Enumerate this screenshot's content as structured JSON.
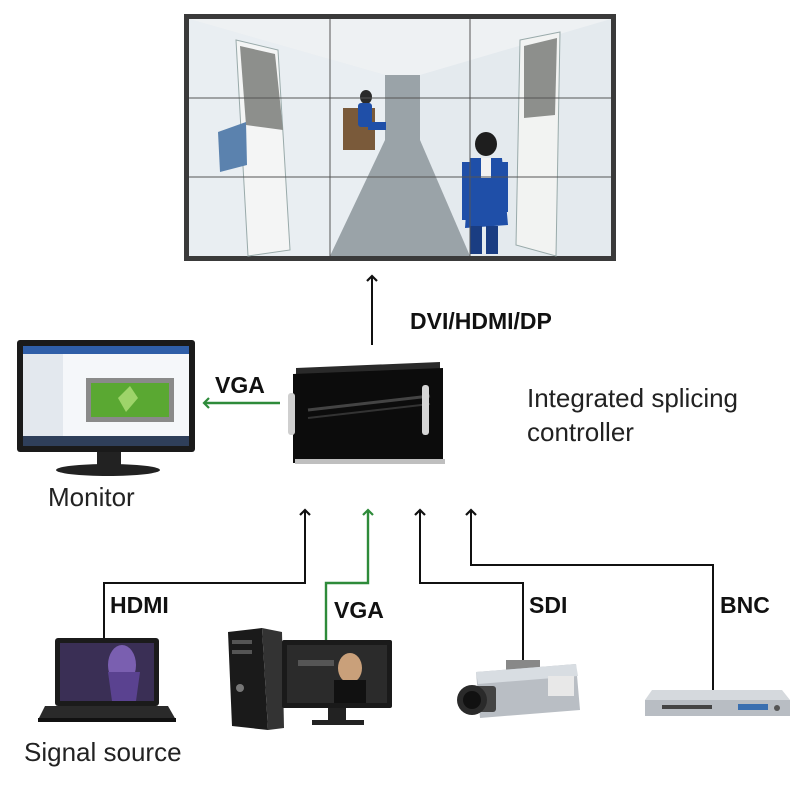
{
  "labels": {
    "video_link": "DVI/HDMI/DP",
    "controller_line1": "Integrated splicing",
    "controller_line2": "controller",
    "monitor_link": "VGA",
    "monitor": "Monitor",
    "input_hdmi": "HDMI",
    "input_vga": "VGA",
    "input_sdi": "SDI",
    "input_bnc": "BNC",
    "signal_source": "Signal source"
  },
  "colors": {
    "black_line": "#111111",
    "green_line": "#2e8b3a",
    "video_wall_frame": "#3a3a3a",
    "corridor_wall": "#e8edf2",
    "student_jacket": "#1f4fa8",
    "monitor_screen_green": "#5aa832"
  },
  "icons": [
    "video-wall",
    "monitor",
    "controller-box",
    "laptop",
    "desktop-pc",
    "cctv-camera",
    "dvd-player"
  ]
}
